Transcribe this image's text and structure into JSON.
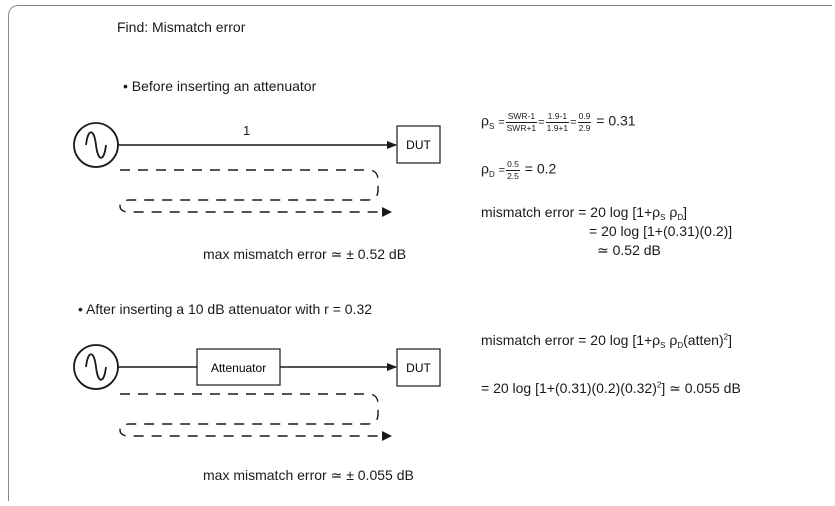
{
  "heading": "Find: Mismatch error",
  "before": {
    "bullet": "• Before inserting an attenuator",
    "line_label": "1",
    "dut": "DUT",
    "result": "max mismatch error ≃ ± 0.52 dB"
  },
  "after": {
    "bullet": "• After inserting a 10 dB attenuator with r = 0.32",
    "attenuator": "Attenuator",
    "dut": "DUT",
    "result": "max mismatch error ≃ ± 0.055 dB"
  },
  "equations": {
    "rho_s": {
      "symbol": "ρ",
      "sub": "S",
      "eq": "=",
      "f1_num": "SWR-1",
      "f1_den": "SWR+1",
      "f2_num": "1.9-1",
      "f2_den": "1.9+1",
      "f3_num": "0.9",
      "f3_den": "2.9",
      "result": "= 0.31"
    },
    "rho_d": {
      "symbol": "ρ",
      "sub": "D",
      "eq": "=",
      "f_num": "0.5",
      "f_den": "2.5",
      "result": "= 0.2"
    },
    "mm1_line1_a": "mismatch error = 20 log [1+ρ",
    "mm1_line1_sub_s": "S",
    "mm1_line1_b": " ρ",
    "mm1_line1_sub_d": "D",
    "mm1_line1_c": "]",
    "mm1_line2": "= 20 log [1+(0.31)(0.2)]",
    "mm1_line3": "≃ 0.52 dB",
    "mm2_line1_a": "mismatch error = 20 log [1+ρ",
    "mm2_line1_sub_s": "S",
    "mm2_line1_b": " ρ",
    "mm2_line1_sub_d": "D",
    "mm2_line1_c": "(atten)",
    "mm2_line1_sup": "2",
    "mm2_line1_d": "]",
    "mm2_line2_a": "= 20 log [1+(0.31)(0.2)(0.32)",
    "mm2_line2_sup": "2",
    "mm2_line2_b": "] ≃ 0.055 dB"
  }
}
